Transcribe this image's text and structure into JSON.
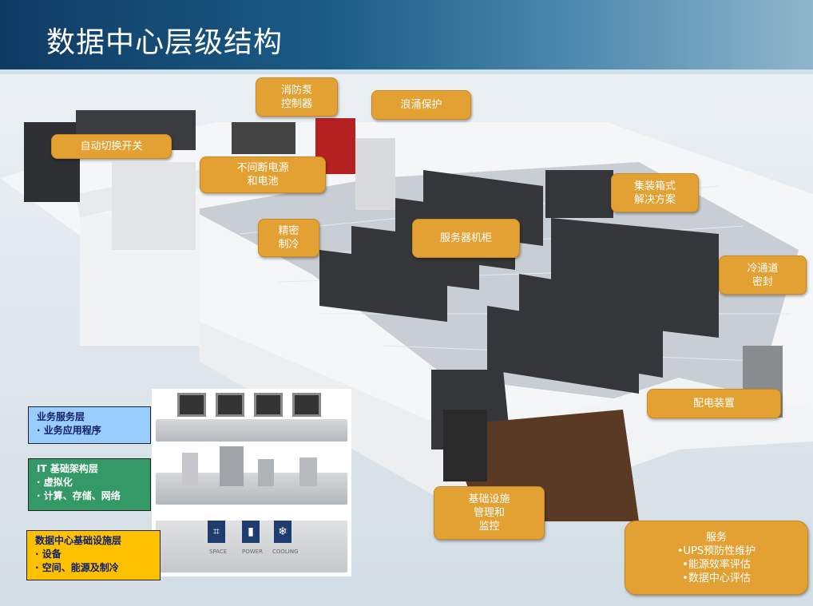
{
  "title": "数据中心层级结构",
  "callouts": {
    "fire_pump": [
      "消防泵",
      "控制器"
    ],
    "surge": [
      "浪涌保护"
    ],
    "ats": [
      "自动切换开关"
    ],
    "ups": [
      "不间断电源",
      "和电池"
    ],
    "container": [
      "集装箱式",
      "解决方案"
    ],
    "cooling": [
      "精密",
      "制冷"
    ],
    "racks": [
      "服务器机柜"
    ],
    "cold_aisle": [
      "冷通道",
      "密封"
    ],
    "pdu": [
      "配电装置"
    ],
    "dcim": [
      "基础设施",
      "管理和",
      "监控"
    ],
    "services": [
      "服务",
      "•UPS预防性维护",
      "•能源效率评估",
      "•数据中心评估"
    ]
  },
  "layers": {
    "business": [
      "业务服务层",
      "· 业务应用程序"
    ],
    "it": [
      "IT 基础架构层",
      "· 虚拟化",
      "· 计算、存储、网络"
    ],
    "facility": [
      "数据中心基础设施层",
      "· 设备",
      "· 空间、能源及制冷"
    ]
  },
  "icons": {
    "space": "SPACE",
    "power": "POWER",
    "cooling": "COOLING"
  },
  "colors": {
    "callout": "#e3a133",
    "business": "#99ccff",
    "it": "#339966",
    "facility": "#ffc000"
  }
}
